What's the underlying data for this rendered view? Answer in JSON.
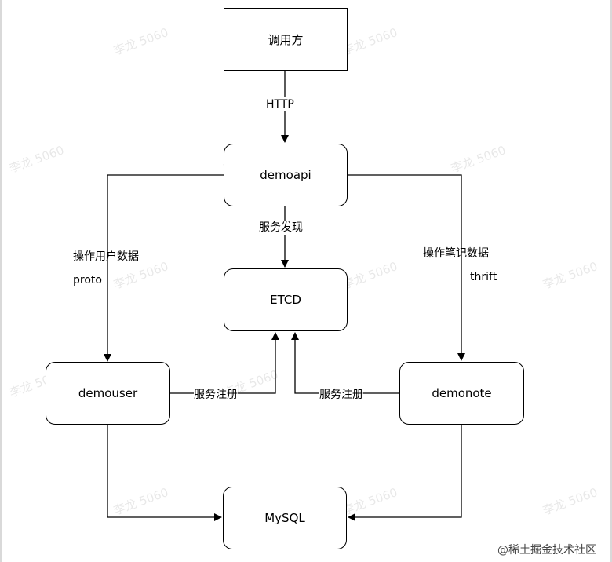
{
  "nodes": {
    "caller": "调用方",
    "demoapi": "demoapi",
    "etcd": "ETCD",
    "demouser": "demouser",
    "demonote": "demonote",
    "mysql": "MySQL"
  },
  "edge_labels": {
    "http": "HTTP",
    "service_discovery": "服务发现",
    "user_ops": "操作用户数据",
    "user_proto": "proto",
    "note_ops": "操作笔记数据",
    "note_proto": "thrift",
    "register_left": "服务注册",
    "register_right": "服务注册"
  },
  "watermark": "李龙 5060",
  "brand": "@稀土掘金技术社区"
}
